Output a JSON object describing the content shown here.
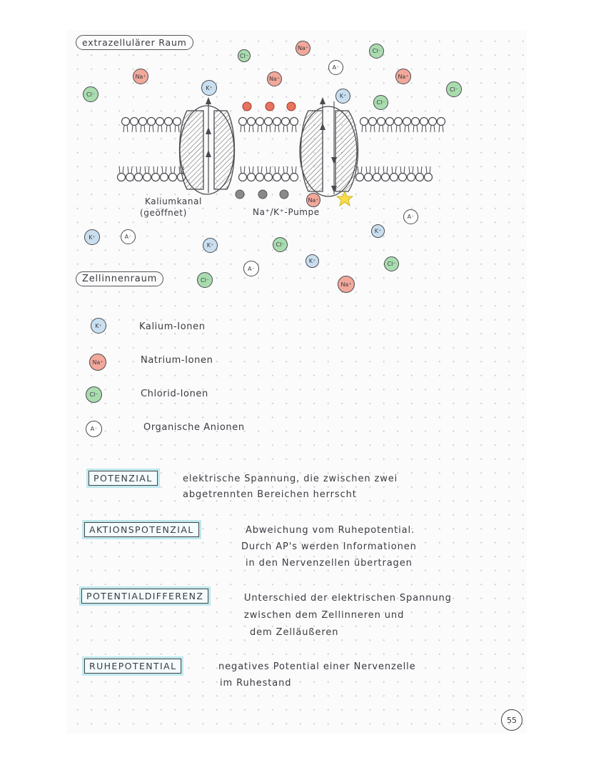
{
  "labels": {
    "extracellular": "extrazellulärer Raum",
    "intracellular": "Zellinnenraum",
    "potassium_channel_line1": "Kaliumkanal",
    "potassium_channel_line2": "(geöffnet)",
    "pump": "Na⁺/K⁺-Pumpe"
  },
  "ion_symbols": {
    "na": "Na⁺",
    "k": "K⁺",
    "cl": "Cl⁻",
    "a": "A⁻"
  },
  "colors": {
    "na": "#f2a89a",
    "k": "#c9dff0",
    "cl": "#a9dcae",
    "a": "#ffffff",
    "term_highlight": "#bfe8ec"
  },
  "legend": [
    {
      "symbol": "K⁺",
      "text": "Kalium-Ionen"
    },
    {
      "symbol": "Na⁺",
      "text": "Natrium-Ionen"
    },
    {
      "symbol": "Cl⁻",
      "text": "Chlorid-Ionen"
    },
    {
      "symbol": "A⁻",
      "text": "Organische Anionen"
    }
  ],
  "definitions": [
    {
      "term": "POTENZIAL",
      "lines": [
        "elektrische Spannung, die zwischen zwei",
        "abgetrennten Bereichen herrscht"
      ]
    },
    {
      "term": "AKTIONSPOTENZIAL",
      "lines": [
        "Abweichung vom Ruhepotential.",
        "Durch AP's werden Informationen",
        "in den Nervenzellen übertragen"
      ]
    },
    {
      "term": "POTENTIALDIFFERENZ",
      "lines": [
        "Unterschied der elektrischen Spannung",
        "zwischen dem Zellinneren und",
        "dem Zelläußeren"
      ]
    },
    {
      "term": "RUHEPOTENTIAL",
      "lines": [
        "negatives Potential einer Nervenzelle",
        "im Ruhestand"
      ]
    }
  ],
  "page_number": "55"
}
